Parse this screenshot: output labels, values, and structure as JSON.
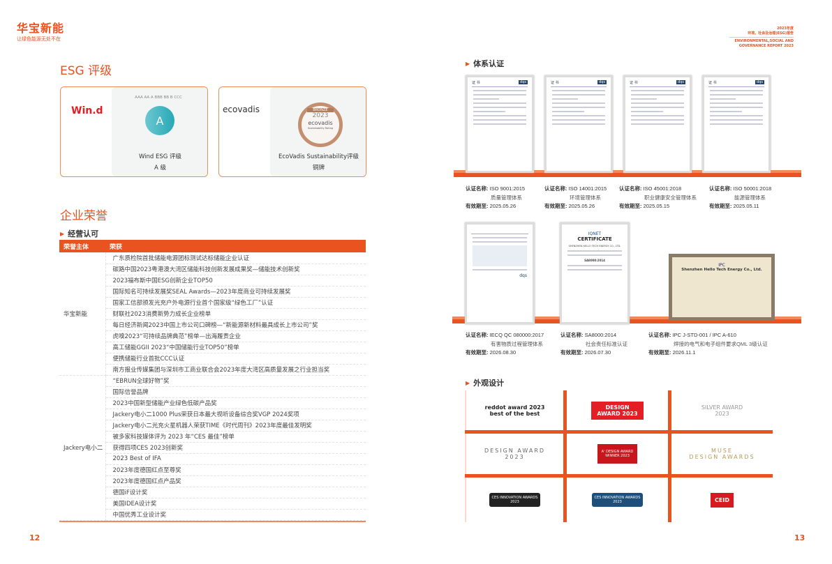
{
  "header": {
    "logo": "华宝新能",
    "slogan": "让绿色能源无处不在",
    "report_year": "2023年度",
    "report_cn": "环境、社会及治理(ESG)报告",
    "report_en1": "ENVIRONMENTAL,SOCIAL AND",
    "report_en2": "GOVERNANCE REPORT 2023"
  },
  "esg": {
    "title": "ESG 评级",
    "wind": {
      "logo": "Win.d",
      "grade": "A",
      "scale": "AAA AA A BBB BB B CCC",
      "cap1": "Wind ESG 评级",
      "cap2": "A 级"
    },
    "ecovadis": {
      "logo": "ecovadis",
      "medal_label": "BRONZE",
      "medal_year": "2023",
      "medal_brand": "ecovadis",
      "medal_sub": "Sustainability Rating",
      "cap1": "EcoVadis  Sustainability评级",
      "cap2": "铜牌"
    }
  },
  "honors": {
    "title": "企业荣誉",
    "subtitle": "经营认可",
    "col1": "荣誉主体",
    "col2": "荣获",
    "groups": [
      {
        "entity": "华宝新能",
        "items": [
          "广东质检院首批储能电源团标测试达标储能企业认证",
          "碳路中国2023粤港澳大湾区储能科技创新发展成果奖—储能技术创新奖",
          "2023福布斯中国ESG创新企业TOP50",
          "国际知名可持续发展奖SEAL Awards—2023年度商业可持续发展奖",
          "国家工信部颁发光充户外电源行业首个国家级“绿色工厂”认证",
          "财联社2023消费新势力成长企业榜单",
          "每日经济新闻2023中国上市公司口碑榜—“新能源新材料最具成长上市公司”奖",
          "虎嗅2023“可持续品牌典范”榜单—出海履责企业",
          "高工储能GGII 2023“中国储能行业TOP50”榜单",
          "便携储能行业首批CCC认证",
          "南方报业传媒集团与深圳市工商业联合会2023年度大湾区高质量发展之行业担当奖"
        ]
      },
      {
        "entity": "Jackery电小二",
        "items": [
          "“EBRUN全球好物”奖",
          "国际信誉品牌",
          "2023中国新型储能产业绿色低碳产品奖",
          "Jackery电小二1000 Plus荣获日本最大视听设备综合奖VGP 2024奖项",
          "Jackery电小二光充火星机器人荣获TIME《时代周刊》2023年度最佳发明奖",
          "被多家科技媒体评为 2023 年“CES 最佳”榜单",
          "获得四项CES 2023创新奖",
          "2023 Best of IFA",
          "2023年度德国红点至尊奖",
          "2023年度德国红点产品奖",
          "德国iF设计奖",
          "美国IDEA设计奖",
          "中国优秀工业设计奖"
        ]
      }
    ]
  },
  "certs": {
    "title": "体系认证",
    "name_label": "认证名称:",
    "valid_label": "有效期至:",
    "cert_word": "证    书",
    "brand": "dqs",
    "row1": [
      {
        "name": "ISO 9001:2015",
        "desc": "质量管理体系",
        "valid": "2025.05.26"
      },
      {
        "name": "ISO 14001:2015",
        "desc": "环境管理体系",
        "valid": "2025.05.26"
      },
      {
        "name": "ISO 45001:2018",
        "desc": "职业健康安全管理体系",
        "valid": "2025.05.15"
      },
      {
        "name": "ISO 50001:2018",
        "desc": "能源管理体系",
        "valid": "2025.05.11"
      }
    ],
    "row2": [
      {
        "name": "IECQ QC 080000:2017",
        "desc": "有害物质过程管理体系",
        "valid": "2026.08.30"
      },
      {
        "name": "SA8000:2014",
        "desc": "社会责任标准认证",
        "valid": "2026.07.30"
      },
      {
        "name": "IPC J-STD-001 / IPC A-610",
        "desc": "焊接的电气和电子组件要求QML 3级认证",
        "valid": "2026.11.1"
      }
    ],
    "sa_title": "CERTIFICATE",
    "sa_company": "SHENZHEN HELLO TECH ENERGY CO., LTD.",
    "sa_std": "SA8000:2014",
    "ipc_company": "Shenzhen Hello Tech Energy Co., Ltd."
  },
  "design": {
    "title": "外观设计",
    "awards": [
      {
        "l1": "reddot award 2023",
        "l2": "best of the best"
      },
      {
        "l1": "DESIGN",
        "l2": "AWARD 2023"
      },
      {
        "l1": "SILVER AWARD",
        "l2": "2023"
      },
      {
        "l1": "DESIGN AWARD",
        "l2": "2023"
      },
      {
        "l1": "A' DESIGN AWARD",
        "l2": "WINNER 2023"
      },
      {
        "l1": "MUSE",
        "l2": "DESIGN AWARDS"
      },
      {
        "l1": "CES INNOVATION AWARDS",
        "l2": "2023"
      },
      {
        "l1": "CES INNOVATION AWARDS",
        "l2": "2023"
      },
      {
        "l1": "CEID",
        "l2": ""
      }
    ]
  },
  "pages": {
    "left": "12",
    "right": "13"
  },
  "colors": {
    "accent": "#e8531f",
    "light": "#f08a5d"
  }
}
